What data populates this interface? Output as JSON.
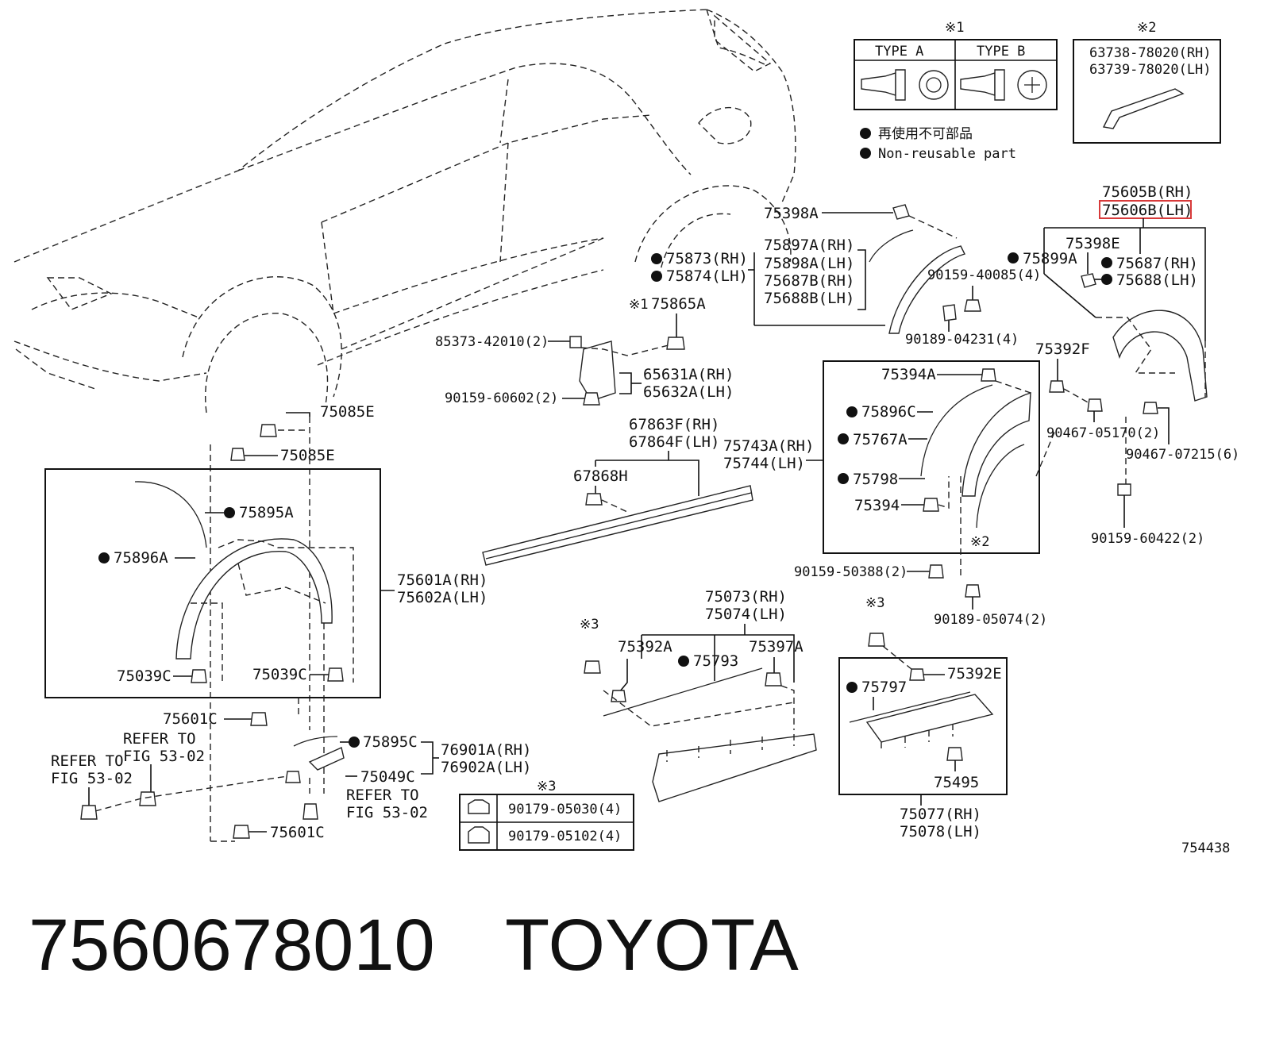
{
  "diagram": {
    "figure_number": "754438",
    "legend": {
      "note1_mark": "※1",
      "note2_mark": "※2",
      "type_a": "TYPE  A",
      "type_b": "TYPE  B",
      "note2_part_rh": "63738-78020(RH)",
      "note2_part_lh": "63739-78020(LH)",
      "nonreusable_jp": "再使用不可部品",
      "nonreusable_en": "Non-reusable part"
    },
    "note3": {
      "mark": "※3",
      "rows": [
        "90179-05030(4)",
        "90179-05102(4)"
      ]
    },
    "labels": {
      "p75605B": "75605B(RH)",
      "p75606B": "75606B(LH)",
      "p75398E": "75398E",
      "p75899A": "75899A",
      "p75687": "75687(RH)",
      "p75688": "75688(LH)",
      "p75398A": "75398A",
      "p75897A": "75897A(RH)",
      "p75898A": "75898A(LH)",
      "p75687B": "75687B(RH)",
      "p75688B": "75688B(LH)",
      "p75873": "75873(RH)",
      "p75874": "75874(LH)",
      "p90159_40085": "90159-40085(4)",
      "p90189_04231": "90189-04231(4)",
      "p75865A": "75865A",
      "p85373": "85373-42010(2)",
      "p65631A": "65631A(RH)",
      "p65632A": "65632A(LH)",
      "p90159_60602": "90159-60602(2)",
      "p75392F": "75392F",
      "p75394A": "75394A",
      "p75896C": "75896C",
      "p75767A": "75767A",
      "p75798": "75798",
      "p75394": "75394",
      "p90467_05170": "90467-05170(2)",
      "p90467_07215": "90467-07215(6)",
      "p90159_60422": "90159-60422(2)",
      "p75743A": "75743A(RH)",
      "p75744": "75744(LH)",
      "p67863F": "67863F(RH)",
      "p67864F": "67864F(LH)",
      "p67868H": "67868H",
      "p75085E": "75085E",
      "p75895A": "75895A",
      "p75896A": "75896A",
      "p75601A": "75601A(RH)",
      "p75602A": "75602A(LH)",
      "p75039C": "75039C",
      "p75601C": "75601C",
      "p75895C": "75895C",
      "p75049C": "75049C",
      "p76901A": "76901A(RH)",
      "p76902A": "76902A(LH)",
      "refer_to": "REFER TO",
      "fig_5302": "FIG 53-02",
      "p90159_50388": "90159-50388(2)",
      "p90189_05074": "90189-05074(2)",
      "p75073": "75073(RH)",
      "p75074": "75074(LH)",
      "p75392A": "75392A",
      "p75793": "75793",
      "p75397A": "75397A",
      "p75797": "75797",
      "p75392E": "75392E",
      "p75495": "75495",
      "p75077": "75077(RH)",
      "p75078": "75078(LH)"
    },
    "highlight_color": "#d83a3a"
  },
  "caption": {
    "part_number": "7560678010",
    "brand": "TOYOTA"
  }
}
